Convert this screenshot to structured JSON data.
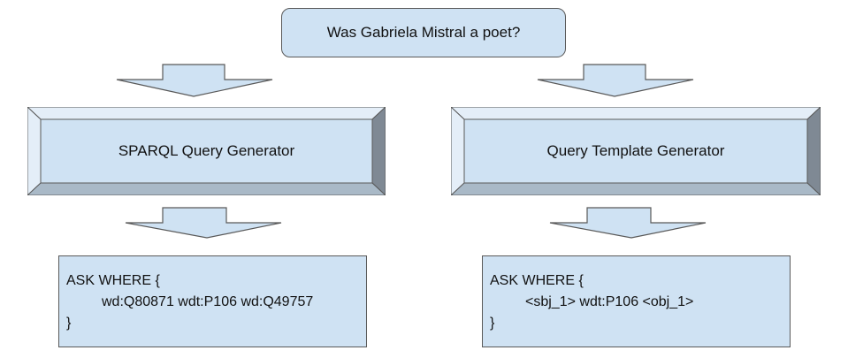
{
  "question": "Was Gabriela Mistral a poet?",
  "left_generator": "SPARQL Query Generator",
  "right_generator": "Query Template Generator",
  "left_query": {
    "line1": "ASK WHERE {",
    "line2": "wd:Q80871 wdt:P106 wd:Q49757",
    "line3": "}"
  },
  "right_query": {
    "line1": "ASK WHERE {",
    "line2": "<sbj_1> wdt:P106 <obj_1>",
    "line3": "}"
  },
  "colors": {
    "box_fill": "#cfe2f3",
    "outline": "#595959",
    "bevel_dark": "#7f8994",
    "bevel_light": "#e4eef8"
  }
}
